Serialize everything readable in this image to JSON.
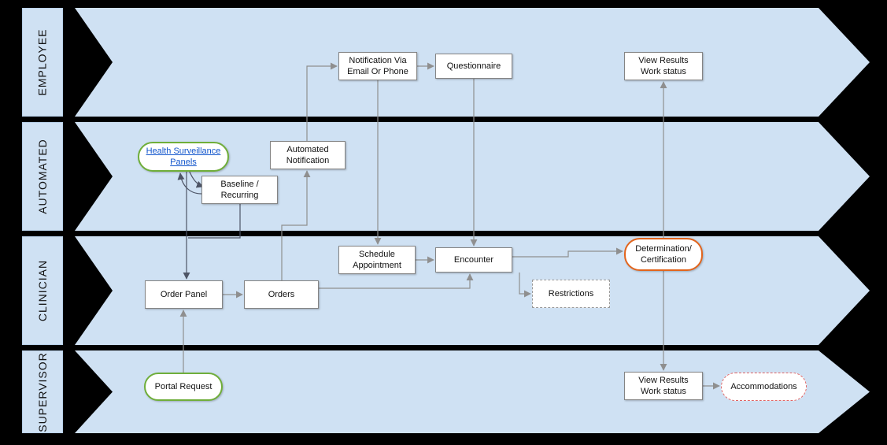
{
  "lanes": [
    {
      "label": "EMPLOYEE"
    },
    {
      "label": "AUTOMATED"
    },
    {
      "label": "CLINICIAN"
    },
    {
      "label": "SUPERVISOR"
    }
  ],
  "nodes": {
    "notification_via_email_or_phone": {
      "label": "Notification Via\nEmail Or Phone",
      "lane": "EMPLOYEE",
      "type": "process"
    },
    "questionnaire": {
      "label": "Questionnaire",
      "lane": "EMPLOYEE",
      "type": "process"
    },
    "view_results_employee": {
      "label": "View Results\nWork status",
      "lane": "EMPLOYEE",
      "type": "process"
    },
    "health_surveillance_panels": {
      "label": "Health Surveillance\nPanels",
      "lane": "AUTOMATED",
      "type": "start-link"
    },
    "baseline_recurring": {
      "label": "Baseline /\nRecurring",
      "lane": "AUTOMATED",
      "type": "process"
    },
    "automated_notification": {
      "label": "Automated\nNotification",
      "lane": "AUTOMATED",
      "type": "process"
    },
    "schedule_appointment": {
      "label": "Schedule\nAppointment",
      "lane": "CLINICIAN",
      "type": "process"
    },
    "encounter": {
      "label": "Encounter",
      "lane": "CLINICIAN",
      "type": "process"
    },
    "determination_certification": {
      "label": "Determination/\nCertification",
      "lane": "CLINICIAN",
      "type": "terminator"
    },
    "restrictions": {
      "label": "Restrictions",
      "lane": "CLINICIAN",
      "type": "optional"
    },
    "order_panel": {
      "label": "Order Panel",
      "lane": "CLINICIAN",
      "type": "process"
    },
    "orders": {
      "label": "Orders",
      "lane": "CLINICIAN",
      "type": "process"
    },
    "portal_request": {
      "label": "Portal Request",
      "lane": "SUPERVISOR",
      "type": "start"
    },
    "view_results_supervisor": {
      "label": "View Results\nWork status",
      "lane": "SUPERVISOR",
      "type": "process"
    },
    "accommodations": {
      "label": "Accommodations",
      "lane": "SUPERVISOR",
      "type": "optional"
    }
  },
  "edges": [
    {
      "from": "health_surveillance_panels",
      "to": "baseline_recurring"
    },
    {
      "from": "baseline_recurring",
      "to": "health_surveillance_panels"
    },
    {
      "from": "health_surveillance_panels",
      "to": "order_panel"
    },
    {
      "from": "baseline_recurring",
      "to": "order_panel"
    },
    {
      "from": "orders",
      "to": "automated_notification"
    },
    {
      "from": "automated_notification",
      "to": "notification_via_email_or_phone"
    },
    {
      "from": "notification_via_email_or_phone",
      "to": "questionnaire"
    },
    {
      "from": "notification_via_email_or_phone",
      "to": "schedule_appointment"
    },
    {
      "from": "questionnaire",
      "to": "encounter"
    },
    {
      "from": "schedule_appointment",
      "to": "encounter"
    },
    {
      "from": "orders",
      "to": "encounter"
    },
    {
      "from": "order_panel",
      "to": "orders"
    },
    {
      "from": "portal_request",
      "to": "order_panel"
    },
    {
      "from": "encounter",
      "to": "determination_certification"
    },
    {
      "from": "encounter",
      "to": "restrictions"
    },
    {
      "from": "determination_certification",
      "to": "view_results_employee"
    },
    {
      "from": "determination_certification",
      "to": "view_results_supervisor"
    },
    {
      "from": "view_results_supervisor",
      "to": "accommodations"
    }
  ],
  "colors": {
    "lane_fill": "#cfe1f3",
    "box_border": "#848484",
    "start_border": "#6fae3a",
    "determination_border": "#e2641c",
    "optional_border": "#e06666",
    "connector": "#8f8f8f",
    "link_text": "#1155cc",
    "background": "#000000"
  }
}
